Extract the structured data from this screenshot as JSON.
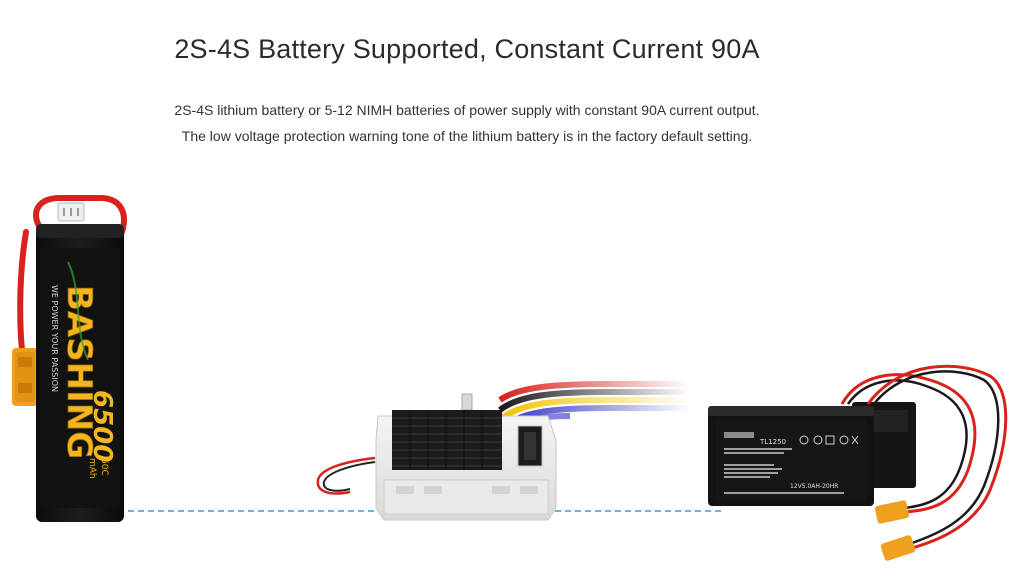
{
  "heading": "2S-4S Battery Supported, Constant Current 90A",
  "description": {
    "line1": "2S-4S lithium battery or 5-12 NIMH batteries of power supply with constant 90A current output.",
    "line2": "The low voltage protection warning tone of the lithium battery is in the factory default setting."
  },
  "lipo_battery": {
    "brand": "BASHING",
    "tagline": "WE POWER YOUR PASSION",
    "capacity": "6500",
    "unit": "mAh",
    "rating": "60C"
  },
  "nimh_battery": {
    "model": "TL1250",
    "rating": "12V5.0AH-20HR"
  },
  "colors": {
    "wire_red": "#d8221c",
    "wire_black": "#1a1a1a",
    "wire_yellow": "#f2c200",
    "wire_blue": "#2f2fc8",
    "connector_yellow": "#f0a020",
    "dashed_line": "#3a9ad9",
    "brand_yellow": "#f3b61f"
  }
}
